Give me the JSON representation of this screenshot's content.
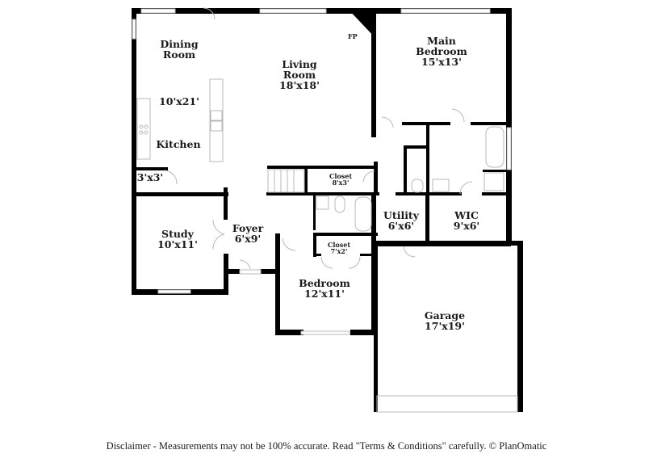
{
  "plan": {
    "wall_color": "#000000",
    "fixture_color": "#b8b8b8",
    "background": "#ffffff"
  },
  "rooms": {
    "dining": {
      "name": "Dining Room",
      "name_line1": "Dining",
      "name_line2": "Room"
    },
    "kitchen": {
      "name": "Kitchen",
      "dimensions": "10'x21'"
    },
    "living": {
      "name_line1": "Living",
      "name_line2": "Room",
      "dimensions": "18'x18'"
    },
    "fireplace": {
      "label": "FP"
    },
    "main_bedroom": {
      "name_line1": "Main",
      "name_line2": "Bedroom",
      "dimensions": "15'x13'"
    },
    "pantry": {
      "dimensions": "3'x3'"
    },
    "closet_hall": {
      "name": "Closet",
      "dimensions": "8'x3'"
    },
    "study": {
      "name": "Study",
      "dimensions": "10'x11'"
    },
    "foyer": {
      "name": "Foyer",
      "dimensions": "6'x9'"
    },
    "utility": {
      "name": "Utility",
      "dimensions": "6'x6'"
    },
    "wic": {
      "name": "WIC",
      "dimensions": "9'x6'"
    },
    "closet_bedroom": {
      "name": "Closet",
      "dimensions": "7'x2'"
    },
    "bedroom": {
      "name": "Bedroom",
      "dimensions": "12'x11'"
    },
    "garage": {
      "name": "Garage",
      "dimensions": "17'x19'"
    }
  },
  "footer": {
    "disclaimer": "Disclaimer - Measurements may not be 100% accurate. Read \"Terms & Conditions\" carefully. © PlanOmatic"
  }
}
